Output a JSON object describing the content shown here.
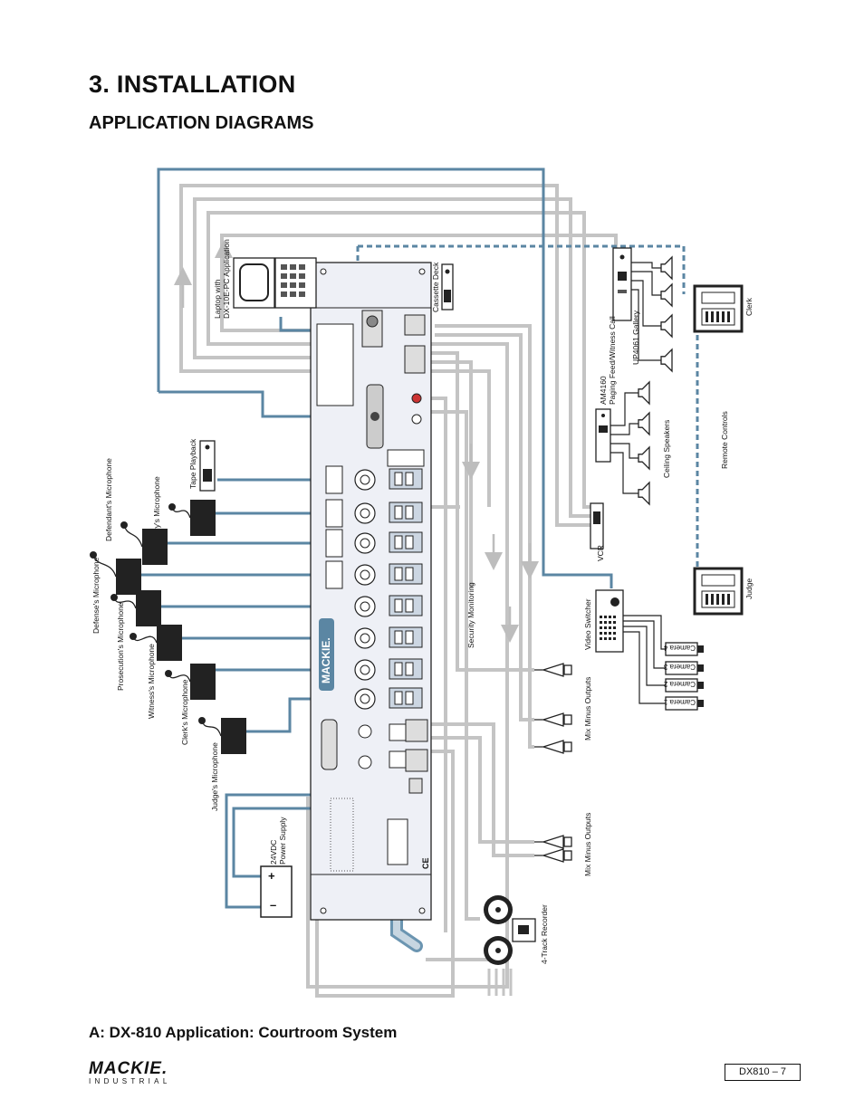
{
  "heading": "3. INSTALLATION",
  "subheading": "APPLICATION DIAGRAMS",
  "caption": "A: DX-810 Application: Courtroom System",
  "footer": {
    "logo_top": "MACKIE.",
    "logo_bottom": "INDUSTRIAL",
    "page": "DX810 – 7"
  },
  "labels": {
    "laptop": "Laptop with\nDX-10E-PC Application",
    "cassette": "Cassette Deck",
    "paging": "AM4160\nPaging Feed/Witness Call",
    "gallery": "UP4061 Gallery",
    "ceiling": "Ceiling Speakers",
    "remote": "Remote Controls",
    "clerk_remote": "Clerk",
    "judge_remote": "Judge",
    "tape": "Tape Playback",
    "jury": "Jury's Microphone",
    "defendant": "Defendant's Microphone",
    "defense": "Defense's Microphone",
    "prosecution": "Prosecution's Microphone",
    "witness": "Witness's Microphone",
    "clerk_mic": "Clerk's Microphone",
    "judge_mic": "Judge's Microphone",
    "power": "24VDC\nPower Supply",
    "security": "Security Monitoring",
    "vcr": "VCR",
    "switcher": "Video Switcher",
    "camera1": "Camera 1",
    "camera2": "Camera 2",
    "camera3": "Camera 3",
    "camera4": "Camera 4",
    "mixminus1": "Mix Minus Outputs",
    "mixminus2": "Mix Minus Outputs",
    "recorder": "4-Track Recorder"
  },
  "colors": {
    "cable_blue": "#5b86a3",
    "cable_gray": "#c2c2c2",
    "panel": "#eef0f6"
  }
}
